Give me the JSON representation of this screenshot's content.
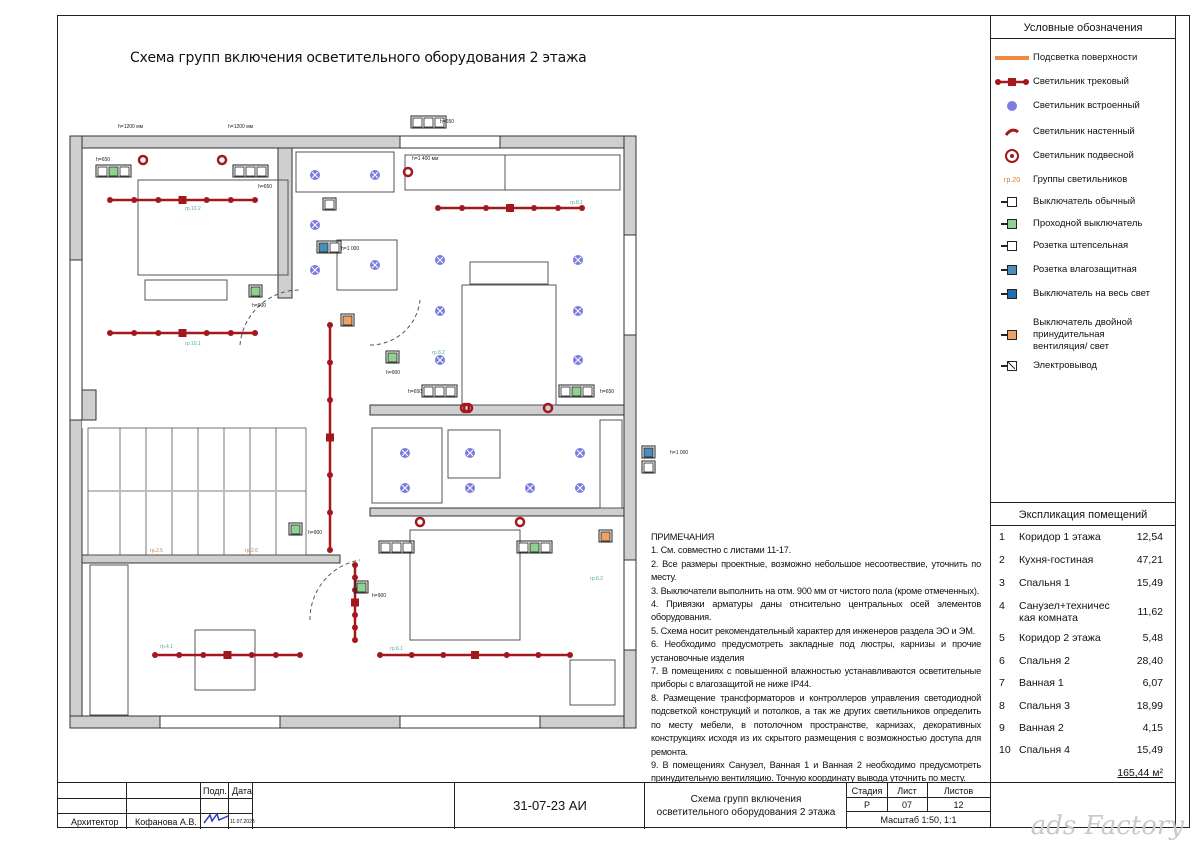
{
  "title": "Схема групп включения осветительного оборудования 2 этажа",
  "plan_labels": {
    "g10_1": "гр.10.1",
    "g10_2": "гр.10.2",
    "g8_1": "гр.8.1",
    "g8_2": "гр.8.2",
    "g6_1": "гр.6.1",
    "g6_2": "гр.6.2",
    "g4_1": "гр.4.1",
    "g2_5": "гр.2.5",
    "g2_6": "гр.2.6",
    "h900": "h=900",
    "h650": "h=650",
    "h1000": "h=1 000",
    "h1200": "h=1200 мм",
    "h1400": "h=1 400 мм"
  },
  "legend": {
    "header": "Условные обозначения",
    "items": [
      {
        "label": "Подсветка поверхности"
      },
      {
        "label": "Светильник трековый"
      },
      {
        "label": "Светильник встроенный"
      },
      {
        "label": "Светильник настенный"
      },
      {
        "label": "Светильник подвесной"
      },
      {
        "label": "Группы светильников",
        "sample": "гр.20"
      },
      {
        "label": "Выключатель обычный"
      },
      {
        "label": "Проходной выключатель"
      },
      {
        "label": "Розетка штепсельная"
      },
      {
        "label": "Розетка влагозащитная"
      },
      {
        "label": "Выключатель на весь свет"
      },
      {
        "label": "Выключатель двойной принудительная вентиляция/ свет"
      },
      {
        "label": "Электровывод"
      }
    ],
    "colors": {
      "surface": "#f08a3c",
      "track": "#a3181c",
      "spot": "#7c7ce0",
      "pass_switch": "#8fd18f",
      "moist": "#4a8db8",
      "all_light": "#1f6fb0",
      "vent": "#f0a060"
    }
  },
  "explication": {
    "header": "Экспликация помещений",
    "rows": [
      {
        "n": "1",
        "room": "Коридор 1 этажа",
        "area": "12,54"
      },
      {
        "n": "2",
        "room": "Кухня-гостиная",
        "area": "47,21"
      },
      {
        "n": "3",
        "room": "Спальня 1",
        "area": "15,49"
      },
      {
        "n": "4",
        "room": "Санузел+техничес кая комната",
        "area": "11,62"
      },
      {
        "n": "5",
        "room": "Коридор 2 этажа",
        "area": "5,48"
      },
      {
        "n": "6",
        "room": "Спальня 2",
        "area": "28,40"
      },
      {
        "n": "7",
        "room": "Ванная 1",
        "area": "6,07"
      },
      {
        "n": "8",
        "room": "Спальня 3",
        "area": "18,99"
      },
      {
        "n": "9",
        "room": "Ванная 2",
        "area": "4,15"
      },
      {
        "n": "10",
        "room": "Спальня 4",
        "area": "15,49"
      }
    ],
    "total": "165,44 м²"
  },
  "notes": {
    "header": "ПРИМЕЧАНИЯ",
    "items": [
      "1. См. совместно с листами 11-17.",
      "2. Все размеры проектные, возможно небольшое несоотвествие, уточнить по месту.",
      "3. Выключатели выполнить на отм. 900 мм от чистого пола (кроме отмеченных).",
      "4. Привязки арматуры даны отнсительно центральных осей элементов оборудования.",
      "5. Схема носит рекомендательный характер для инженеров раздела ЭО и ЭМ.",
      "6. Необходимо предусмотреть закладные под люстры, карнизы и прочие установочные изделия",
      "7. В помещениях с повышенной влажностью устанавливаются осветительные приборы с влагозащитой не ниже IP44.",
      "8. Размещение трансформаторов и контроллеров управления светодиодной подсветкой конструкций и потолков, а так же других светильников определить по месту мебели, в потолочном пространстве, карнизах, декоративных конструкциях исходя из их скрытого размещения с возможностью доступа для ремонта.",
      "9. В помещениях Санузел, Ванная 1 и Ванная 2 необходимо предусмотреть принудительную вентиляцию. Точную координату вывода уточнить по месту."
    ]
  },
  "title_block": {
    "sign_label": "Подп.",
    "date_label": "Дата",
    "role": "Архитектор",
    "name": "Кофанова А.В.",
    "date": "11.07.2023",
    "code": "31-07-23 АИ",
    "sheet_title": "Схема групп включения осветительного оборудования 2 этажа",
    "stage_label": "Стадия",
    "sheet_label": "Лист",
    "sheets_label": "Листов",
    "stage": "Р",
    "sheet": "07",
    "sheets": "12",
    "scale": "Масштаб 1:50, 1:1"
  },
  "watermark": "ads Factory"
}
